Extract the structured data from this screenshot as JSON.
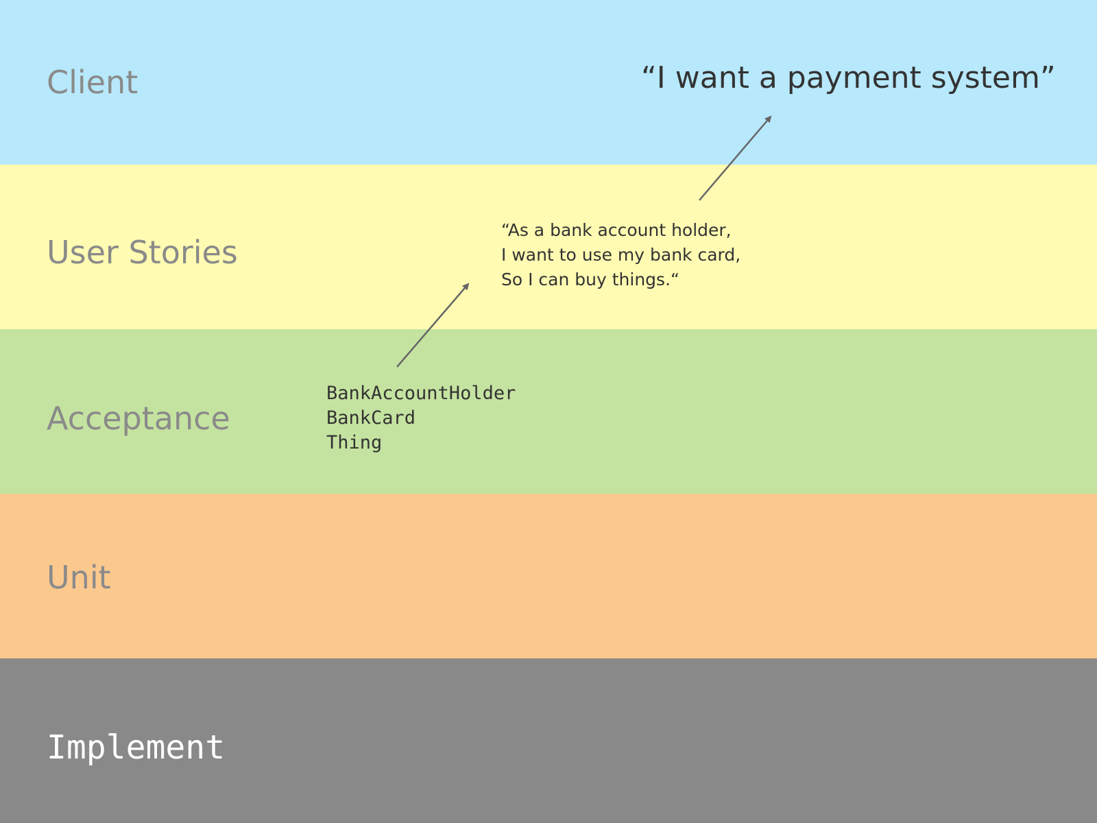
{
  "layers": {
    "client": {
      "label": "Client",
      "color": "#b7e8fb"
    },
    "user_stories": {
      "label": "User Stories",
      "color": "#fffbb2"
    },
    "acceptance": {
      "label": "Acceptance",
      "color": "#c5e3a0"
    },
    "unit": {
      "label": "Unit",
      "color": "#fbc88e"
    },
    "implement": {
      "label": "Implement",
      "color": "#898989"
    }
  },
  "client_quote": "“I want a payment system”",
  "user_story": {
    "lines": [
      "“As a bank account holder,",
      "I want to use my bank card,",
      "So I can buy things.“"
    ]
  },
  "acceptance_terms": {
    "lines": [
      "BankAccountHolder",
      "BankCard",
      "Thing"
    ]
  },
  "arrow_color": "#666666"
}
